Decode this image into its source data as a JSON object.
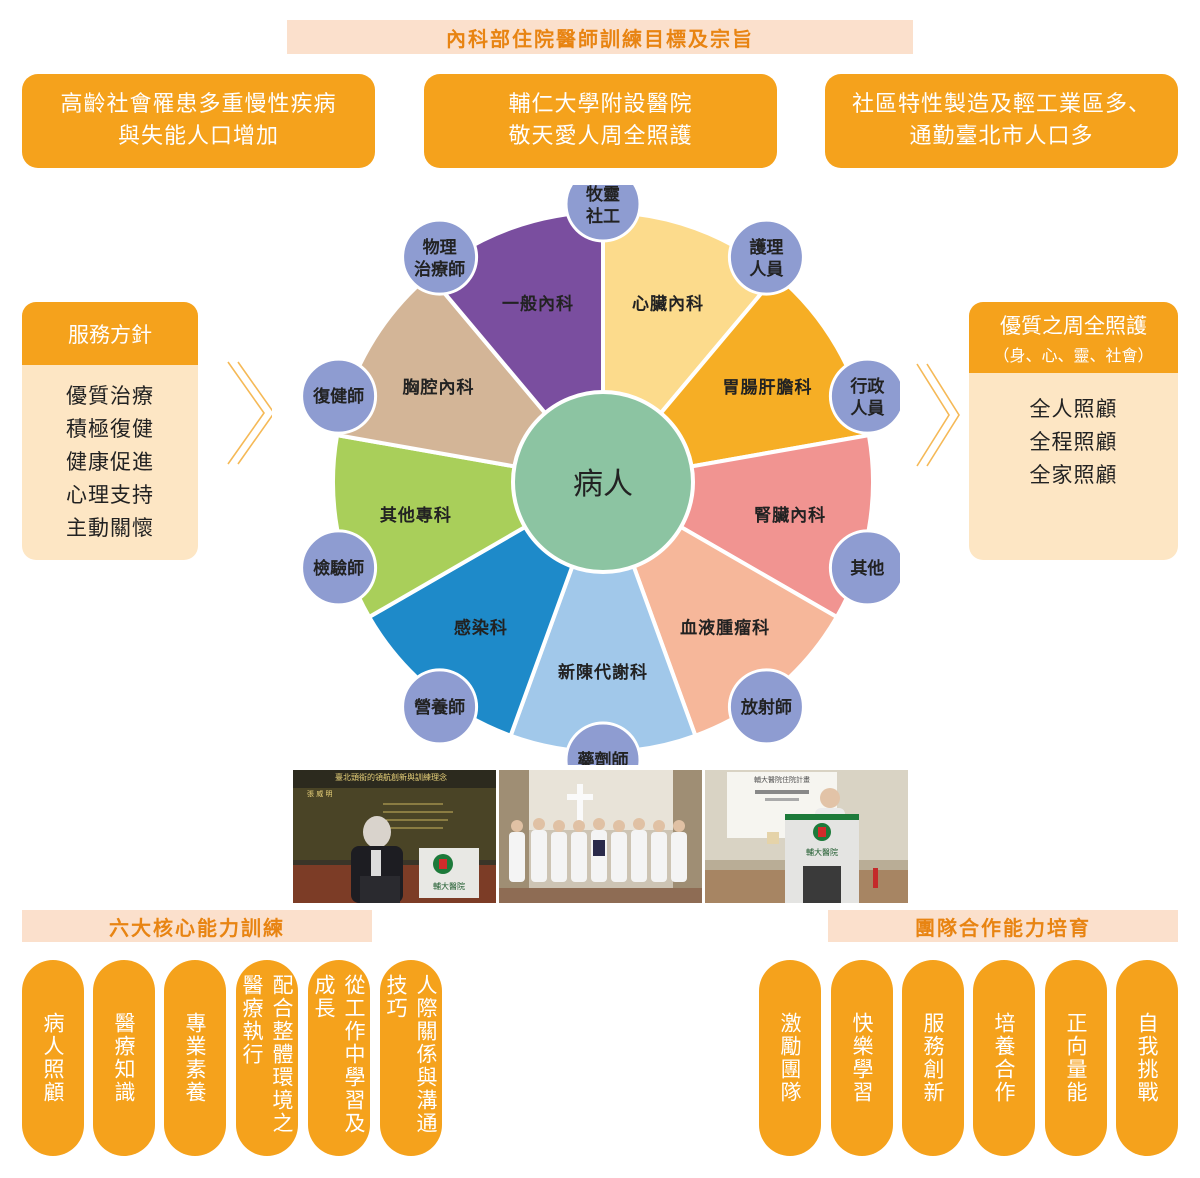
{
  "title": "內科部住院醫師訓練目標及宗旨",
  "top_boxes": [
    {
      "line1": "高齡社會罹患多重慢性疾病",
      "line2": "與失能人口增加"
    },
    {
      "line1": "輔仁大學附設醫院",
      "line2": "敬天愛人周全照護"
    },
    {
      "line1": "社區特性製造及輕工業區多、",
      "line2": "通勤臺北市人口多"
    }
  ],
  "left_panel": {
    "heading": "服務方針",
    "items": [
      "優質治療",
      "積極復健",
      "健康促進",
      "心理支持",
      "主動關懷"
    ]
  },
  "right_panel": {
    "heading": "優質之周全照護",
    "subheading": "（身、心、靈、社會）",
    "items": [
      "全人照顧",
      "全程照顧",
      "全家照顧"
    ]
  },
  "wheel": {
    "center": "病人",
    "segments": [
      {
        "label": "心臟內科",
        "color": "#fcdb8c"
      },
      {
        "label": "胃腸肝膽科",
        "color": "#f6ae25"
      },
      {
        "label": "腎臟內科",
        "color": "#f19491"
      },
      {
        "label": "血液腫瘤科",
        "color": "#f6b79a"
      },
      {
        "label": "新陳代謝科",
        "color": "#a1c8ea"
      },
      {
        "label": "感染科",
        "color": "#1e8ac9"
      },
      {
        "label": "其他專科",
        "color": "#a9cf5a"
      },
      {
        "label": "胸腔內科",
        "color": "#d3b597"
      },
      {
        "label": "一般內科",
        "color": "#7a4e9f"
      }
    ],
    "staff": [
      {
        "line1": "牧靈",
        "line2": "社工"
      },
      {
        "line1": "護理",
        "line2": "人員"
      },
      {
        "line1": "行政",
        "line2": "人員"
      },
      {
        "line1": "其他",
        "line2": ""
      },
      {
        "line1": "放射師",
        "line2": ""
      },
      {
        "line1": "藥劑師",
        "line2": ""
      },
      {
        "line1": "營養師",
        "line2": ""
      },
      {
        "line1": "檢驗師",
        "line2": ""
      },
      {
        "line1": "復健師",
        "line2": ""
      },
      {
        "line1": "物理",
        "line2": "治療師"
      }
    ],
    "staff_color": "#8e9cd1",
    "center_color": "#8cc4a2"
  },
  "photos": {
    "slide_text": "臺北頭銜的領航創新與訓練理念",
    "slide_name": "張 威 明",
    "podium_sign": "輔大醫院",
    "slide3_title": "輔大醫院住院計畫"
  },
  "core_section": {
    "heading": "六大核心能力訓練",
    "pills": [
      "病人照顧",
      "醫療知識",
      "專業素養",
      "配合整體環境之醫療執行",
      "從工作中學習及成長",
      "人際關係與溝通技巧"
    ]
  },
  "team_section": {
    "heading": "團隊合作能力培育",
    "pills": [
      "激勵團隊",
      "快樂學習",
      "服務創新",
      "培養合作",
      "正向量能",
      "自我挑戰"
    ]
  },
  "colors": {
    "accent": "#f5a21c",
    "light": "#fde6c4",
    "title_bg": "#fbe0cc",
    "title_text": "#e88412"
  }
}
